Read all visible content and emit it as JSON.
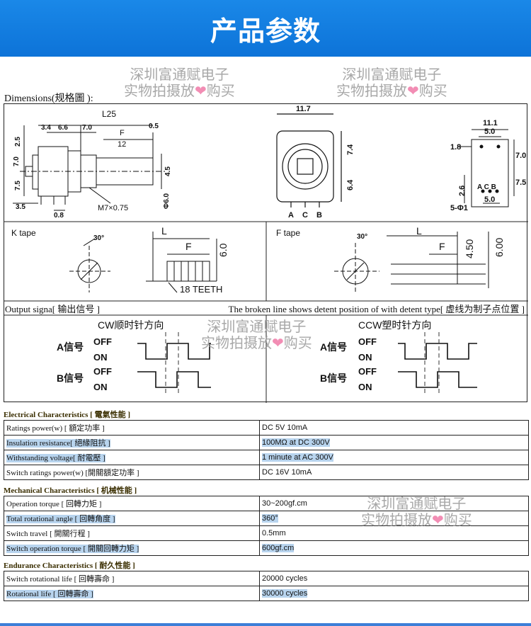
{
  "banner": {
    "title": "产品参数"
  },
  "watermark": {
    "line1": "深圳富通赋电子",
    "line2_a": "实物拍摄放",
    "heart": "❤",
    "line2_b": "购买"
  },
  "dimensions_label": "Dimensions(规格圖 ):",
  "drawing": {
    "side": {
      "L25": "L25",
      "d34": "3.4",
      "d66": "6.6",
      "d70": "7.0",
      "d05": "0.5",
      "F": "F",
      "d12": "12",
      "d25": "2.5",
      "v70": "7.0",
      "v75": "7.5",
      "d45": "4.5",
      "d35": "3.5",
      "d08": "0.8",
      "thread": "M7×0.75",
      "phi": "Φ6.0"
    },
    "front": {
      "w": "11.7",
      "h74": "7.4",
      "h64": "6.4",
      "pins": [
        "A",
        "C",
        "B"
      ]
    },
    "bottom": {
      "w111": "11.1",
      "w50": "5.0",
      "d18": "1.8",
      "d70": "7.0",
      "d75": "7.5",
      "d26": "2.6",
      "abc": "A C B",
      "d50b": "5.0",
      "holes": "5-Φ1"
    },
    "ktape": {
      "label": "K tape",
      "angle": "30°",
      "L": "L",
      "F": "F",
      "dia": "6.0",
      "teeth": "18 TEETH"
    },
    "ftape": {
      "label": "F tape",
      "angle": "30°",
      "L": "L",
      "F": "F",
      "d450": "4.50",
      "d600": "6.00"
    }
  },
  "output": {
    "left": "Output signa[ 输出信号 ]",
    "right": "The broken line shows detent position of with detent type[ 虚线为制子点位置 ]"
  },
  "waveforms": {
    "cw_title": "CW顺时针方向",
    "ccw_title": "CCW塑时针方向",
    "a_label": "A信号",
    "b_label": "B信号",
    "off": "OFF",
    "on": "ON"
  },
  "electrical": {
    "title": "Electrical Characteristics [ 電氣性能 ]",
    "rows": [
      {
        "key": "Ratings power(w) [ 額定功率 ]",
        "value": "DC 5V 10mA"
      },
      {
        "key": "Insulation resistance[ 絕緣阻抗 ]",
        "value": "100MΩ at DC 300V"
      },
      {
        "key": "Withstanding voltage[ 耐電壓 ]",
        "value": "1 minute at AC 300V"
      },
      {
        "key": "Switch ratings power(w) [開關額定功率 ]",
        "value": "DC 16V 10mA"
      }
    ]
  },
  "mechanical": {
    "title": "Mechanical Characteristics [ 机械性能 ]",
    "rows": [
      {
        "key": "Operation torque [ 回轉力矩 ]",
        "value": "30~200gf.cm"
      },
      {
        "key": "Total rotational angle [ 回轉角度 ]",
        "value": "360°"
      },
      {
        "key": "Switch travel [ 開關行程 ]",
        "value": "0.5mm"
      },
      {
        "key": "Switch operation torque [ 開關回轉力矩 ]",
        "value": "600gf.cm"
      }
    ]
  },
  "endurance": {
    "title": "Endurance Characteristics [ 耐久性能 ]",
    "rows": [
      {
        "key": "Switch rotational life [ 回轉壽命 ]",
        "value": "20000 cycles"
      },
      {
        "key": "Rotational life [ 回轉壽命 ]",
        "value": "30000 cycles"
      }
    ]
  }
}
